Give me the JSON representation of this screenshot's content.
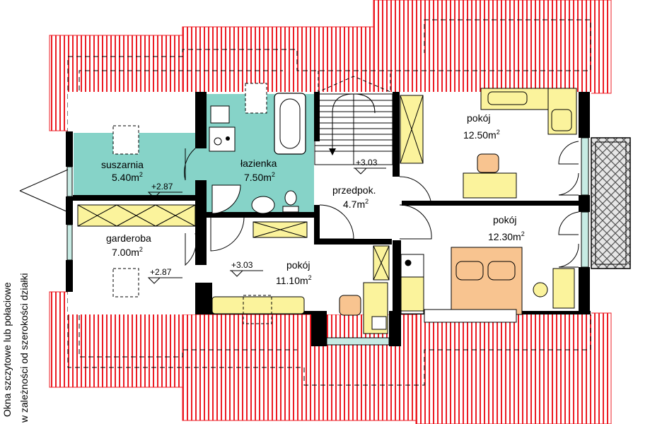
{
  "rooms": {
    "suszarnia": {
      "name": "suszarnia",
      "area": "5.40m",
      "unit_exp": "2"
    },
    "lazienka": {
      "name": "łazienka",
      "area": "7.50m",
      "unit_exp": "2"
    },
    "przedpok": {
      "name": "przedpok.",
      "area": "4.7m",
      "unit_exp": "2"
    },
    "pokoj_top_right": {
      "name": "pokój",
      "area": "12.50m",
      "unit_exp": "2"
    },
    "pokoj_right": {
      "name": "pokój",
      "area": "12.30m",
      "unit_exp": "2"
    },
    "garderoba": {
      "name": "garderoba",
      "area": "7.00m",
      "unit_exp": "2"
    },
    "pokoj_center": {
      "name": "pokój",
      "area": "11.10m",
      "unit_exp": "2"
    }
  },
  "levels": {
    "suszarnia": "+2.87",
    "garderoba": "+2.87",
    "stairs": "+3.03",
    "pokoj_center": "+3.03"
  },
  "side_note": {
    "line1": "Okna szczytowe lub połaciowe",
    "line2": "w zależności od szerokości działki"
  },
  "colors": {
    "roof_line": "#ec1c24",
    "wet_room": "#86d3c8",
    "furniture": "#fbf39c",
    "bed": "#f8c490",
    "window_glass": "#c7ebe4",
    "wall": "#000000"
  }
}
